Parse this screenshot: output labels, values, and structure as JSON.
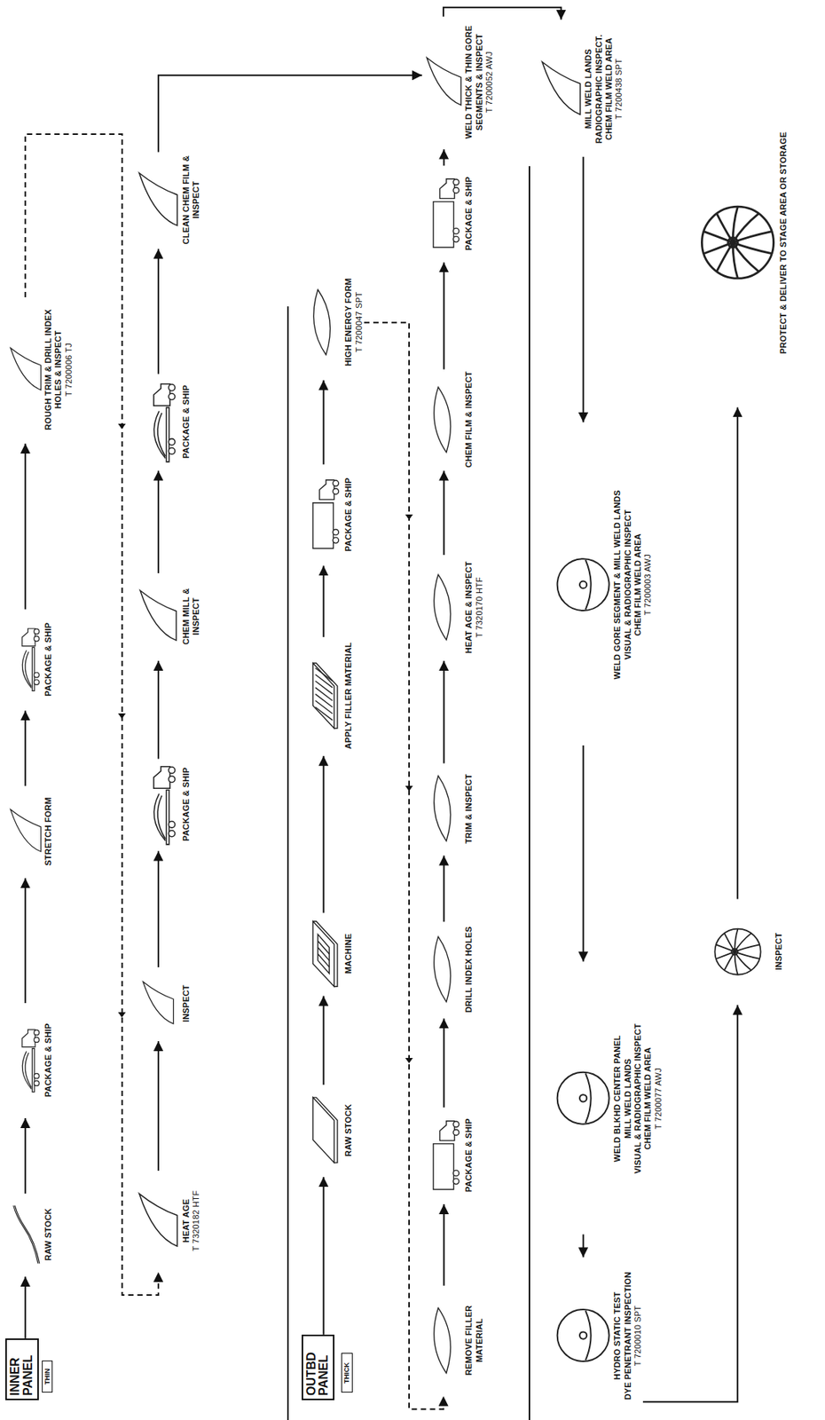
{
  "diagram": {
    "nodes": [
      {
        "text": [
          "INNER PANEL"
        ]
      },
      {
        "text": [
          "THIN"
        ]
      },
      {
        "text": [
          "RAW STOCK"
        ]
      },
      {
        "text": [
          "PACKAGE & SHIP"
        ]
      },
      {
        "text": [
          "STRETCH FORM"
        ]
      },
      {
        "text": [
          "PACKAGE & SHIP"
        ]
      },
      {
        "text": [
          "ROUGH TRIM & DRILL INDEX HOLES & INSPECT",
          "T 7200006 TJ"
        ]
      },
      {
        "text": [
          "HEAT AGE",
          "T 7320182 HTF"
        ]
      },
      {
        "text": [
          "INSPECT"
        ]
      },
      {
        "text": [
          "PACKAGE & SHIP"
        ]
      },
      {
        "text": [
          "CHEM MILL & INSPECT"
        ]
      },
      {
        "text": [
          "PACKAGE & SHIP"
        ]
      },
      {
        "text": [
          "CLEAN CHEM FILM & INSPECT"
        ]
      },
      {
        "text": [
          "OUTBD PANEL"
        ]
      },
      {
        "text": [
          "THICK"
        ]
      },
      {
        "text": [
          "RAW STOCK"
        ]
      },
      {
        "text": [
          "MACHINE"
        ]
      },
      {
        "text": [
          "APPLY FILLER MATERIAL"
        ]
      },
      {
        "text": [
          "PACKAGE & SHIP"
        ]
      },
      {
        "text": [
          "HIGH ENERGY FORM",
          "T 7200047 SPT"
        ]
      },
      {
        "text": [
          "REMOVE FILLER MATERIAL"
        ]
      },
      {
        "text": [
          "PACKAGE & SHIP"
        ]
      },
      {
        "text": [
          "DRILL INDEX HOLES"
        ]
      },
      {
        "text": [
          "TRIM & INSPECT"
        ]
      },
      {
        "text": [
          "HEAT AGE & INSPECT",
          "T 7320170 HTF"
        ]
      },
      {
        "text": [
          "CHEM FILM & INSPECT"
        ]
      },
      {
        "text": [
          "PACKAGE & SHIP"
        ]
      },
      {
        "text": [
          "WELD THICK & THIN GORE SEGMENTS & INSPECT",
          "T 7200052 AWJ"
        ]
      },
      {
        "text": [
          "MILL WELD LANDS",
          "RADIOGRAPHIC INSPECT.",
          "CHEM FILM WELD AREA",
          "T 7200438 SPT"
        ]
      },
      {
        "text": [
          "WELD GORE SEGMENT & MILL WELD LANDS",
          "VISUAL & RADIOGRAPHIC INSPECT",
          "CHEM FILM WELD AREA",
          "T 7200003 AWJ"
        ]
      },
      {
        "text": [
          "WELD BLKHD CENTER PANEL",
          "MILL WELD LANDS",
          "VISUAL & RADIOGRAPHIC INSPECT",
          "CHEM FILM WELD AREA",
          "T 7200077 AWJ"
        ]
      },
      {
        "text": [
          "HYDRO STATIC TEST",
          "DYE PENETRANT INSPECTION",
          "T 7200010 SPT"
        ]
      },
      {
        "text": [
          "INSPECT"
        ]
      },
      {
        "text": [
          "PROTECT & DELIVER TO STAGE AREA OR STORAGE"
        ]
      }
    ],
    "edges": [
      {
        "from": 0,
        "to": 2,
        "arrow": "to"
      },
      {
        "from": 2,
        "to": 3,
        "arrow": "to"
      },
      {
        "from": 3,
        "to": 4,
        "arrow": "to"
      },
      {
        "from": 4,
        "to": 5,
        "arrow": "to"
      },
      {
        "from": 5,
        "to": 6,
        "arrow": "to"
      },
      {
        "from": 6,
        "to": 7,
        "arrow": "to"
      },
      {
        "from": 7,
        "to": 8,
        "arrow": "to"
      },
      {
        "from": 8,
        "to": 9,
        "arrow": "to"
      },
      {
        "from": 9,
        "to": 10,
        "arrow": "to"
      },
      {
        "from": 10,
        "to": 11,
        "arrow": "to"
      },
      {
        "from": 11,
        "to": 12,
        "arrow": "to"
      },
      {
        "from": 12,
        "to": 27,
        "arrow": "to"
      },
      {
        "from": 13,
        "to": 15,
        "arrow": "to"
      },
      {
        "from": 15,
        "to": 16,
        "arrow": "to"
      },
      {
        "from": 16,
        "to": 17,
        "arrow": "to"
      },
      {
        "from": 17,
        "to": 18,
        "arrow": "to"
      },
      {
        "from": 18,
        "to": 19,
        "arrow": "to"
      },
      {
        "from": 19,
        "to": 20,
        "arrow": "to"
      },
      {
        "from": 20,
        "to": 21,
        "arrow": "to"
      },
      {
        "from": 21,
        "to": 22,
        "arrow": "to"
      },
      {
        "from": 22,
        "to": 23,
        "arrow": "to"
      },
      {
        "from": 23,
        "to": 24,
        "arrow": "to"
      },
      {
        "from": 24,
        "to": 25,
        "arrow": "to"
      },
      {
        "from": 25,
        "to": 26,
        "arrow": "to"
      },
      {
        "from": 26,
        "to": 27,
        "arrow": "to"
      },
      {
        "from": 27,
        "to": 28,
        "arrow": "to"
      },
      {
        "from": 28,
        "to": 29,
        "arrow": "to"
      },
      {
        "from": 29,
        "to": 30,
        "arrow": "to"
      },
      {
        "from": 30,
        "to": 31,
        "arrow": "to"
      },
      {
        "from": 31,
        "to": 32,
        "arrow": "to"
      },
      {
        "from": 32,
        "to": 33,
        "arrow": "to"
      }
    ]
  }
}
